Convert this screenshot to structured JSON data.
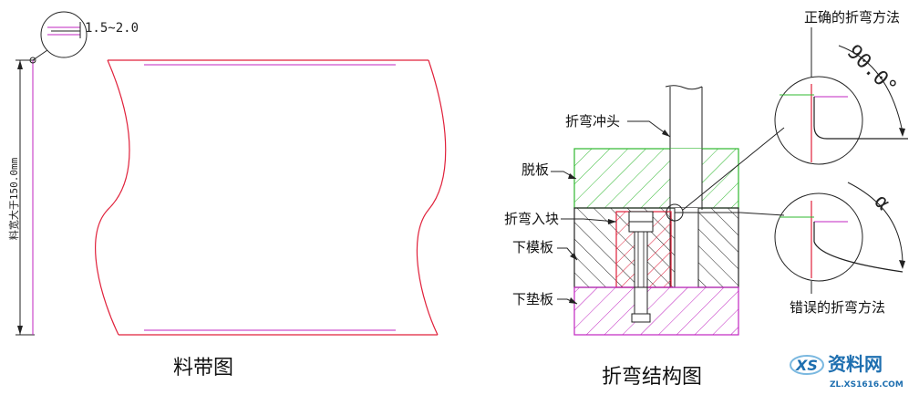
{
  "left_panel": {
    "caption": "料带图",
    "gap_dimension": "1.5~2.0",
    "height_dimension": "料宽大于150.0mm"
  },
  "right_panel": {
    "caption": "折弯结构图",
    "labels": {
      "punch": "折弯冲头",
      "stripper": "脱板",
      "insert": "折弯入块",
      "lower_die": "下模板",
      "backing_plate": "下垫板"
    },
    "correct_title": "正确的折弯方法",
    "wrong_title": "错误的折弯方法",
    "angle_correct": "90.0°",
    "angle_wrong": "α"
  },
  "watermark": {
    "logo": "XS",
    "name": "资料网",
    "url": "ZL.XS1616.COM"
  },
  "colors": {
    "strip_outline": "#e0203a",
    "stripper_hatch": "#2fb82f",
    "lower_die_hatch": "#222222",
    "insert_outline": "#e0203a",
    "backing_hatch": "#c026c0",
    "dim_line": "#c026c0",
    "bend_red": "#e0203a",
    "bend_magenta": "#c026c0",
    "bend_green": "#2fb82f"
  }
}
